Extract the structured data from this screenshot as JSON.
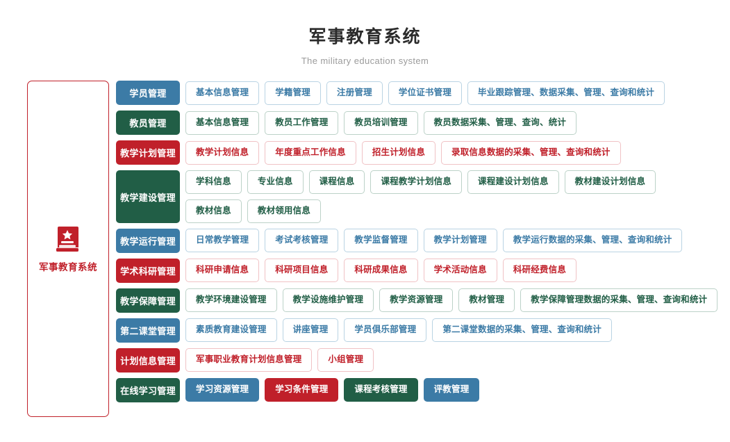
{
  "header": {
    "title": "军事教育系统",
    "subtitle": "The military education system"
  },
  "sidebar": {
    "icon": "book-star-icon",
    "label": "军事教育系统",
    "accent_color": "#c0202a"
  },
  "palette": {
    "blue": "#3c7ba6",
    "green": "#215e46",
    "red": "#c0202a"
  },
  "rows": [
    {
      "category": "学员管理",
      "color": "blue",
      "style": "outline",
      "subrows": [
        [
          "基本信息管理",
          "学籍管理",
          "注册管理",
          "学位证书管理",
          "毕业跟踪管理、数据采集、管理、查询和统计"
        ]
      ]
    },
    {
      "category": "教员管理",
      "color": "green",
      "style": "outline",
      "subrows": [
        [
          "基本信息管理",
          "教员工作管理",
          "教员培训管理",
          "教员数据采集、管理、查询、统计"
        ]
      ]
    },
    {
      "category": "教学计划管理",
      "color": "red",
      "style": "outline",
      "subrows": [
        [
          "教学计划信息",
          "年度重点工作信息",
          "招生计划信息",
          "录取信息数据的采集、管理、查询和统计"
        ]
      ]
    },
    {
      "category": "教学建设管理",
      "color": "green",
      "style": "outline",
      "subrows": [
        [
          "学科信息",
          "专业信息",
          "课程信息",
          "课程教学计划信息",
          "课程建设计划信息",
          "教材建设计划信息"
        ],
        [
          "教材信息",
          "教材领用信息"
        ]
      ]
    },
    {
      "category": "教学运行管理",
      "color": "blue",
      "style": "outline",
      "subrows": [
        [
          "日常教学管理",
          "考试考核管理",
          "教学监督管理",
          "教学计划管理",
          "教学运行数据的采集、管理、查询和统计"
        ]
      ]
    },
    {
      "category": "学术科研管理",
      "color": "red",
      "style": "outline",
      "subrows": [
        [
          "科研申请信息",
          "科研项目信息",
          "科研成果信息",
          "学术活动信息",
          "科研经费信息"
        ]
      ]
    },
    {
      "category": "教学保障管理",
      "color": "green",
      "style": "outline",
      "subrows": [
        [
          "教学环境建设管理",
          "教学设施维护管理",
          "教学资源管理",
          "教材管理",
          "教学保障管理数据的采集、管理、查询和统计"
        ]
      ]
    },
    {
      "category": "第二课堂管理",
      "color": "blue",
      "style": "outline",
      "subrows": [
        [
          "素质教育建设管理",
          "讲座管理",
          "学员俱乐部管理",
          "第二课堂数据的采集、管理、查询和统计"
        ]
      ]
    },
    {
      "category": "计划信息管理",
      "color": "red",
      "style": "outline",
      "subrows": [
        [
          "军事职业教育计划信息管理",
          "小组管理"
        ]
      ]
    },
    {
      "category": "在线学习管理",
      "color": "green",
      "style": "filled",
      "subrows": [
        [
          "学习资源管理",
          "学习条件管理",
          "课程考核管理",
          "评教管理"
        ]
      ],
      "filled_colors": [
        "blue",
        "red",
        "green",
        "blue"
      ]
    }
  ]
}
